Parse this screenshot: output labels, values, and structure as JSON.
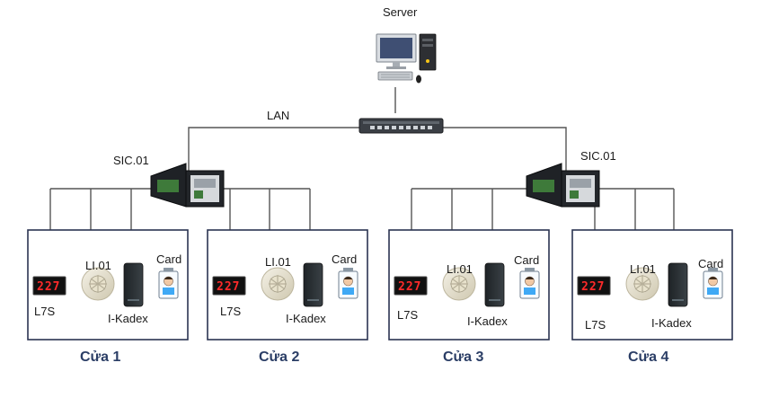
{
  "server": {
    "label": "Server",
    "icon": "server-computer-icon"
  },
  "network": {
    "label": "LAN",
    "icon": "network-switch-icon"
  },
  "controllers": [
    {
      "label": "SIC.01",
      "icon": "access-controller-icon"
    },
    {
      "label": "SIC.01",
      "icon": "access-controller-icon"
    }
  ],
  "doors": [
    {
      "title": "Cửa 1",
      "display_label": "L7S",
      "display_value": "227",
      "lock_label": "LI.01",
      "reader_label": "I-Kadex",
      "card_label": "Card"
    },
    {
      "title": "Cửa 2",
      "display_label": "L7S",
      "display_value": "227",
      "lock_label": "LI.01",
      "reader_label": "I-Kadex",
      "card_label": "Card"
    },
    {
      "title": "Cửa 3",
      "display_label": "L7S",
      "display_value": "227",
      "lock_label": "LI.01",
      "reader_label": "I-Kadex",
      "card_label": "Card"
    },
    {
      "title": "Cửa 4",
      "display_label": "L7S",
      "display_value": "227",
      "lock_label": "LI.01",
      "reader_label": "I-Kadex",
      "card_label": "Card"
    }
  ],
  "colors": {
    "door_title": "#2b3e66",
    "door_border": "#2b3452",
    "display_digits": "#ff2a2a",
    "wire": "#555555"
  }
}
